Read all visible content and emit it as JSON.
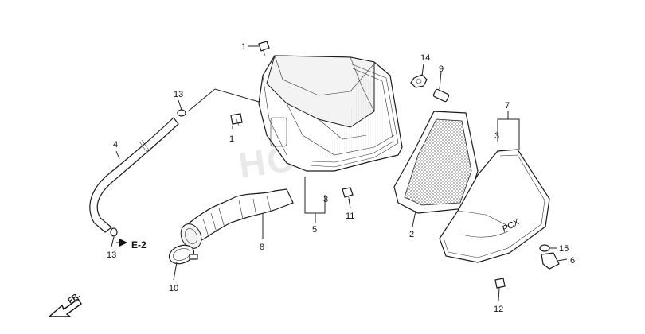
{
  "watermark": "HONDA",
  "callouts": {
    "c1a": "1",
    "c1b": "1",
    "c2": "2",
    "c3a": "3",
    "c3b": "3",
    "c4": "4",
    "c5": "5",
    "c6": "6",
    "c7": "7",
    "c8": "8",
    "c9": "9",
    "c10": "10",
    "c11": "11",
    "c12": "12",
    "c13a": "13",
    "c13b": "13",
    "c14": "14",
    "c15": "15"
  },
  "reference": "E-2",
  "direction": "FR.",
  "cover_logo": "PCX"
}
